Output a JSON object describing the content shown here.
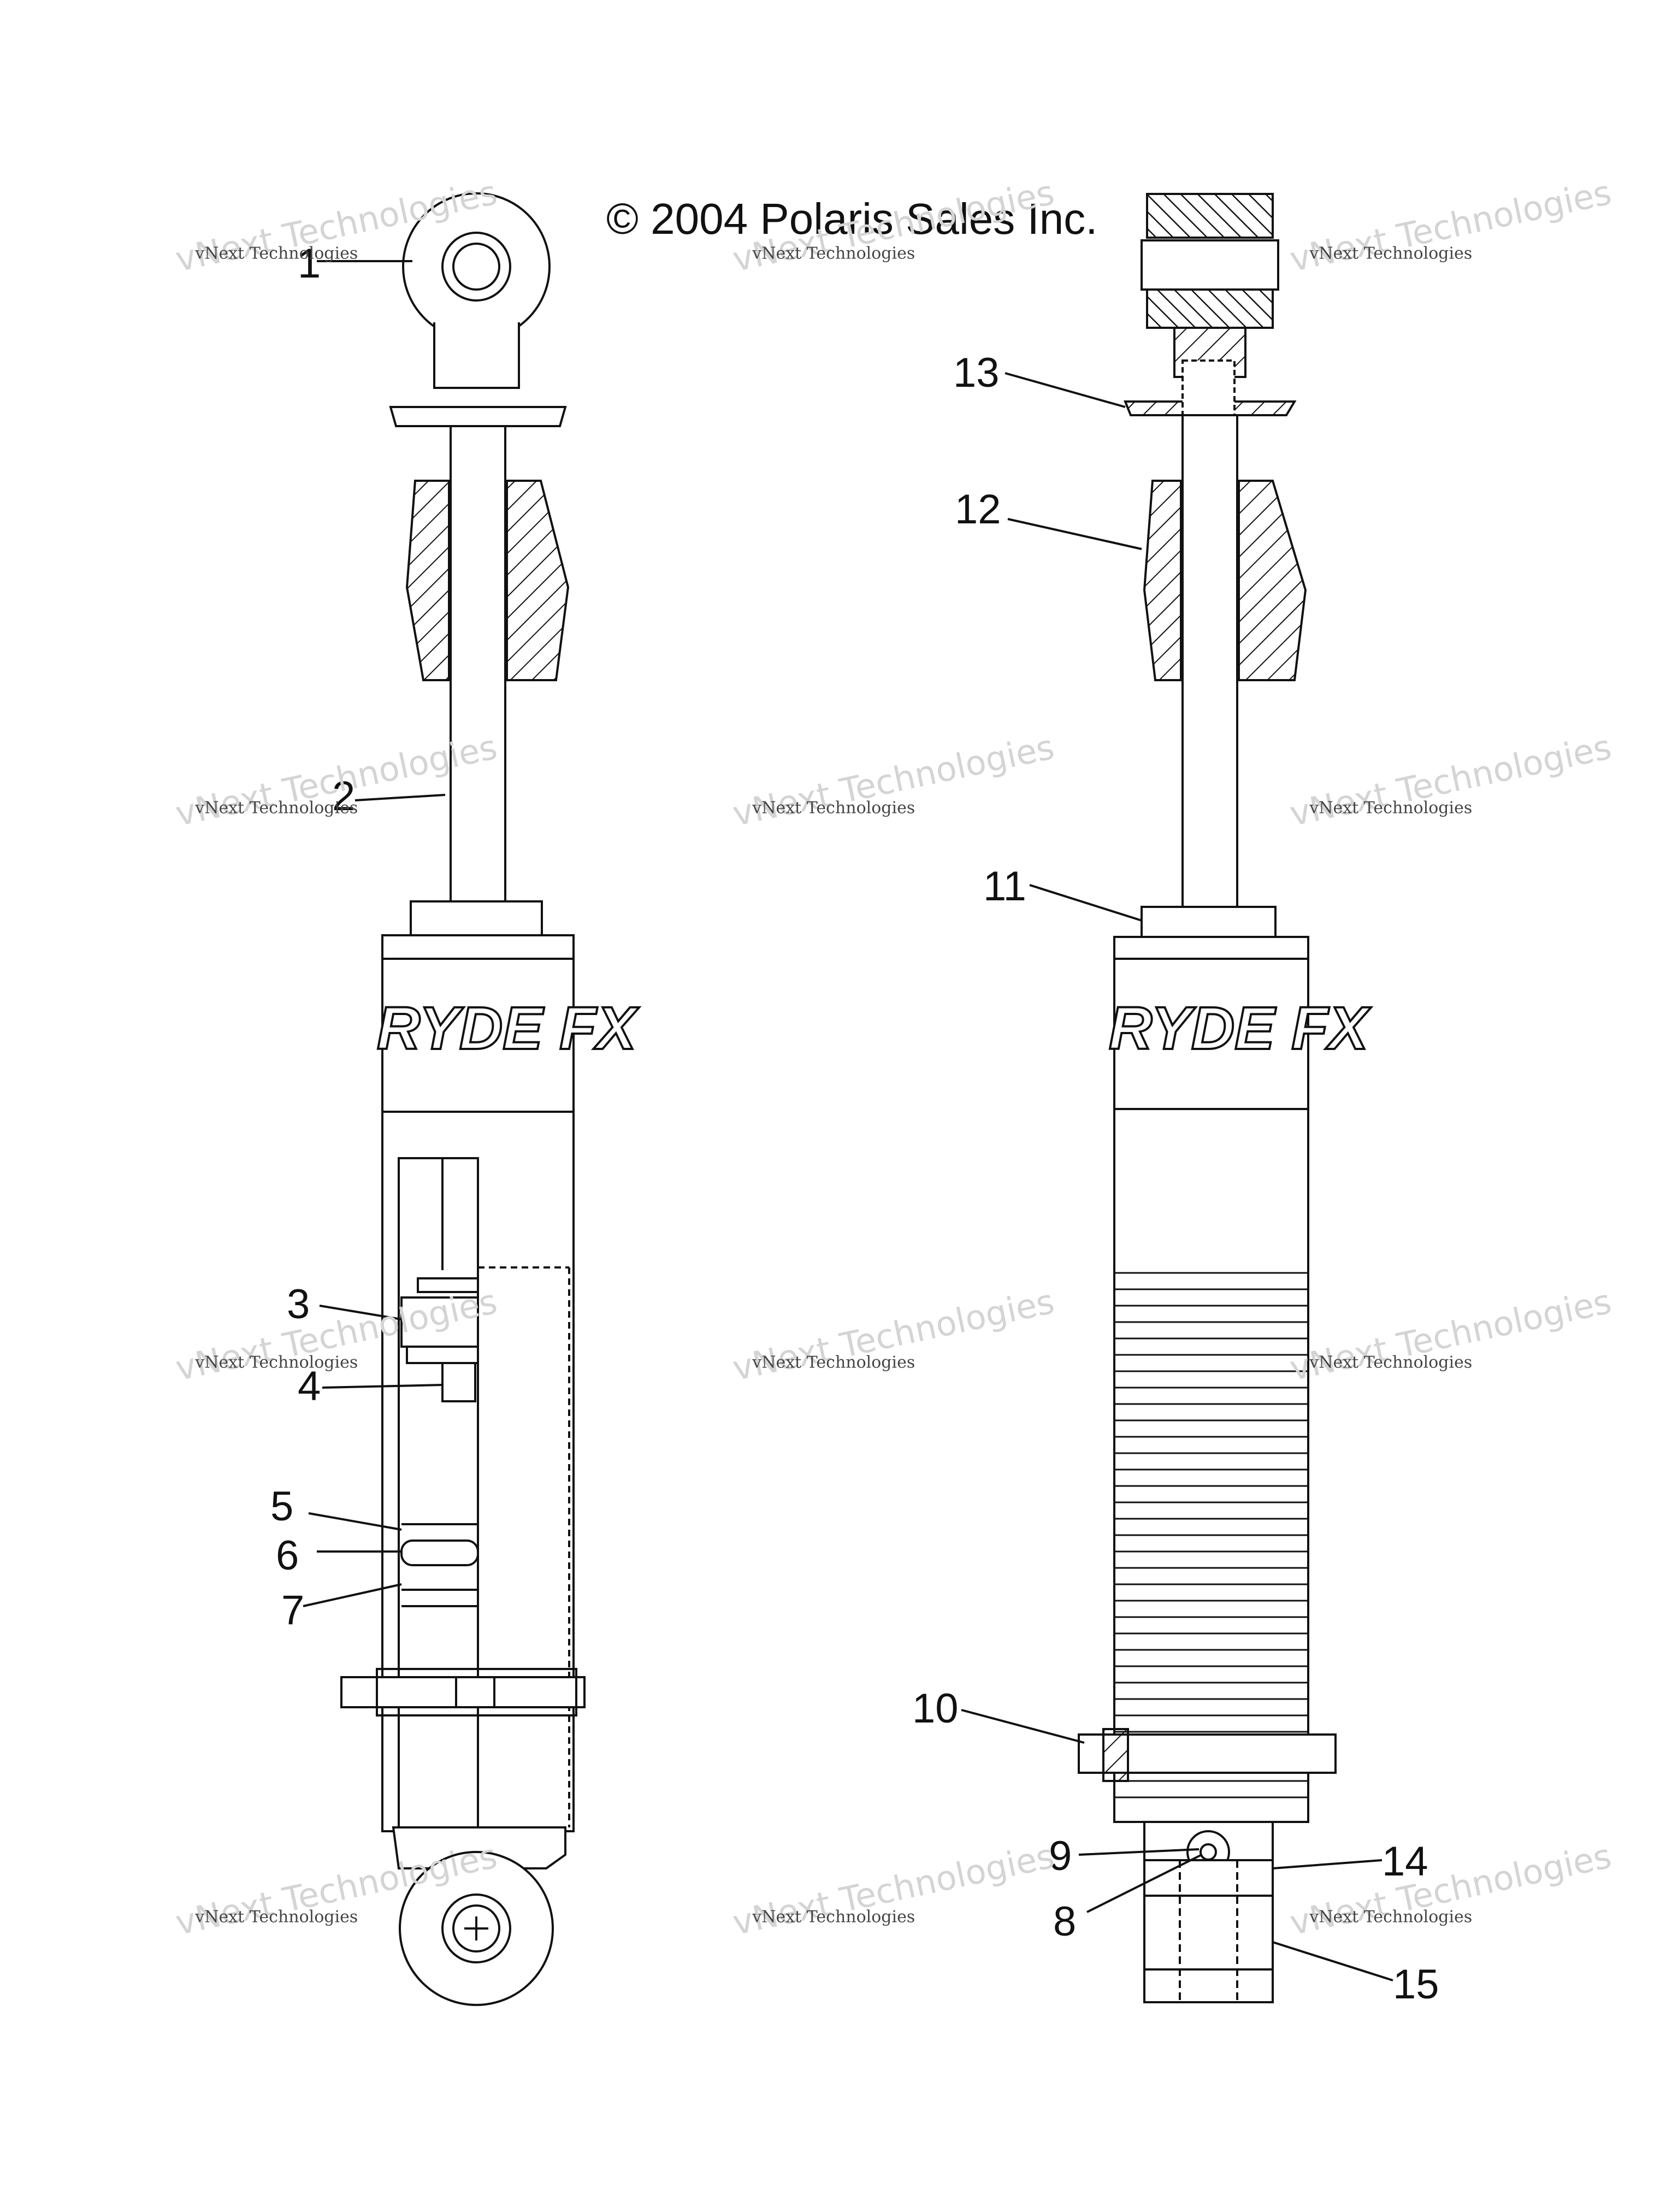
{
  "copyright": "© 2004 Polaris Sales Inc.",
  "watermark": {
    "line1": "vNext",
    "line2": "Technologies",
    "small": "vNext Technologies"
  },
  "callouts": [
    "1",
    "2",
    "3",
    "4",
    "5",
    "6",
    "7",
    "8",
    "9",
    "10",
    "11",
    "12",
    "13",
    "14",
    "15"
  ],
  "colors": {
    "line": "#111111",
    "paper": "#ffffff",
    "watermark": "#cfcfcf"
  }
}
